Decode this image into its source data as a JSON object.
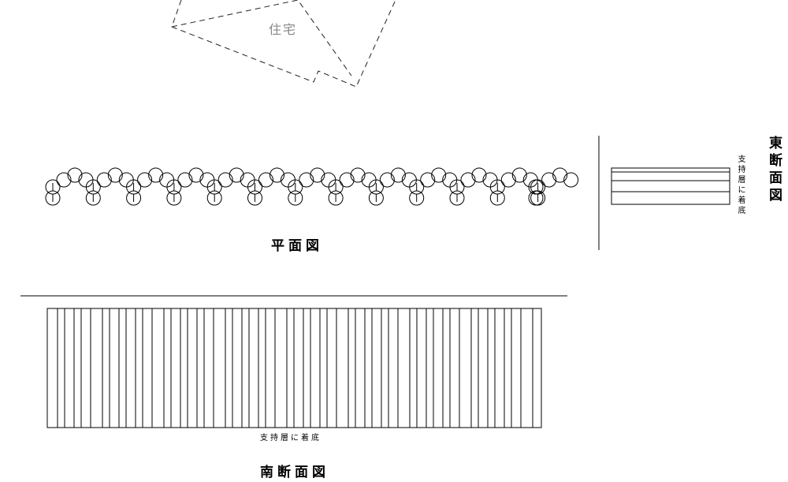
{
  "labels": {
    "house": "住宅",
    "plan_title": "平面図",
    "south_title": "南断面図",
    "east_title": "東断面図",
    "bearing_note_south": "支持層に着底",
    "bearing_note_east": "支持層に着底"
  },
  "drawing": {
    "line_color": "#000000",
    "house_outline_color": "#222222",
    "house_label_color": "#888888",
    "line_style_house": "dashed"
  }
}
